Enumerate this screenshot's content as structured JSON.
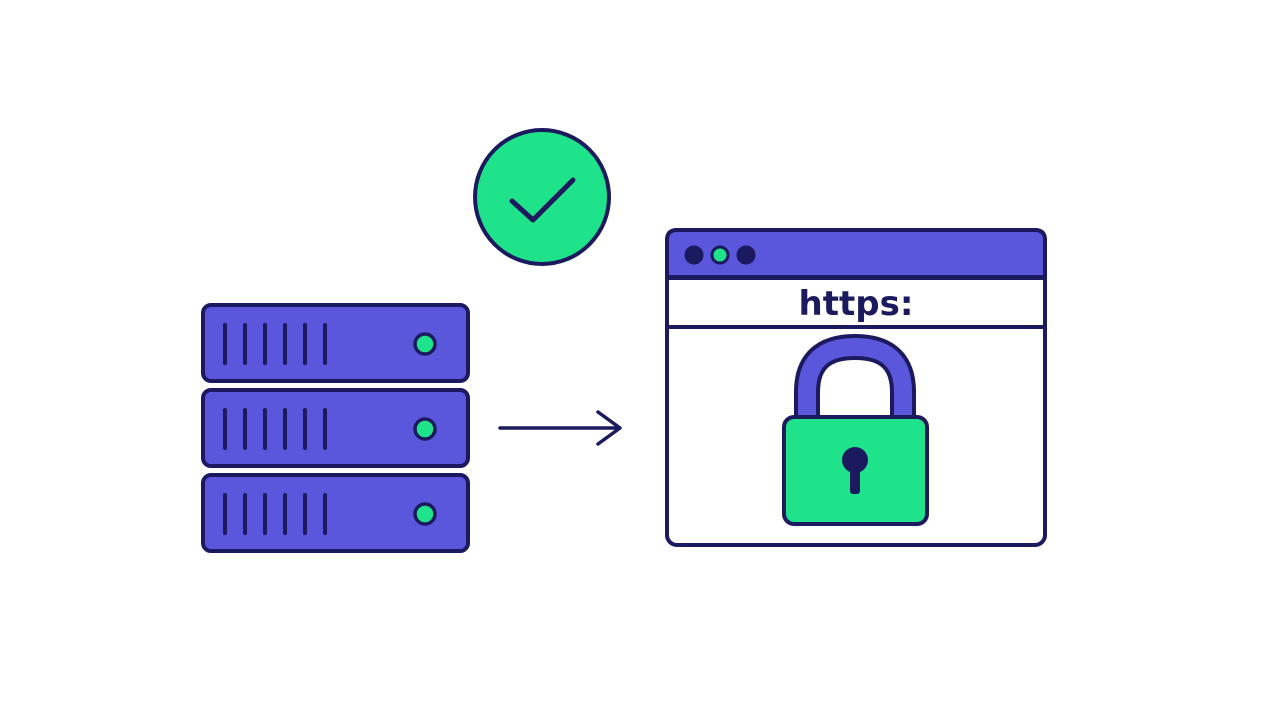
{
  "browser": {
    "address_text": "https:",
    "window_dots": [
      {
        "name": "dot-1",
        "color": "#1c1a5e"
      },
      {
        "name": "dot-2",
        "color": "#1ee38a"
      },
      {
        "name": "dot-3",
        "color": "#1c1a5e"
      }
    ]
  },
  "server": {
    "unit_count": 3,
    "vent_slots_per_unit": 6
  },
  "icons": {
    "check": "check-circle-icon",
    "arrow": "arrow-right-icon",
    "lock": "padlock-icon",
    "server": "server-rack-icon",
    "browser": "browser-window-icon"
  },
  "colors": {
    "outline": "#1c1a5e",
    "purple": "#5a57dc",
    "green": "#1ee38a",
    "white": "#ffffff"
  }
}
